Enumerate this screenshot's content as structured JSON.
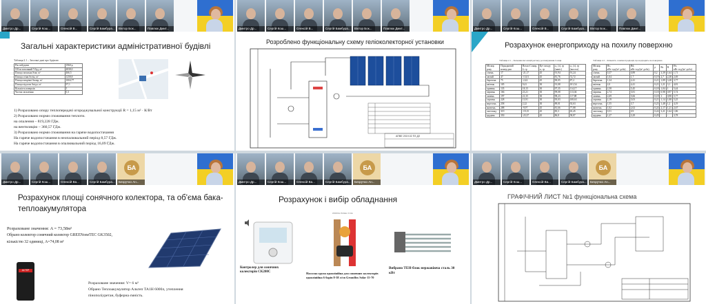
{
  "participants_row1": [
    "Дмитро Др...",
    "Сергій Кош...",
    "Олексій В...",
    "Сергій Бамбура...",
    "Віктор Бок...",
    "Павлюк Дмит..."
  ],
  "participants_row2": [
    "Дмитро Др...",
    "Сергій Кош...",
    "Олексій Ва...",
    "Сергій Бамбура..."
  ],
  "initials_badge": "БА",
  "initials_name": "Безручко Ан...",
  "panels": {
    "p1": {
      "title": "Загальні характеристики адміністративної будівлі",
      "table_caption": "Таблиця 2.1 – Загальні дані про будівлю",
      "rows": [
        [
          "Рік побудови",
          "1960 р."
        ],
        [
          "Об'єм загальний Vбуд, м³",
          "4838,0"
        ],
        [
          "Площа загальна Sзаг, м²",
          "466,5"
        ],
        [
          "Площа стіни Sстін, м²",
          "1258,8"
        ],
        [
          "Площа покрівлі Sпокр, м²",
          "1004,77"
        ],
        [
          "Площа підлоги Sпідл, м²",
          "97,1"
        ],
        [
          "Кількість поверхів",
          "5"
        ],
        [
          "Частка засклення",
          "0,3"
        ]
      ],
      "lines": [
        "1) Розраховано опору теплопередачі огороджувальної конструкції R = 1,15 м² · К/Вт",
        "2) Розраховано норми споживання теплоти.",
        "на опалення – 819,228 ГДж.",
        "на вентиляцію – 360,57 ГДж.",
        "3) Розраховано норми споживання на гаряче водопостачання",
        "На гаряче водопостачання в неопалювальний період 8,57 ГДж.",
        "На гаряче водопостачання в опалювальний період 16,09 ГДж."
      ]
    },
    "p2": {
      "title": "Розроблено функціональну схему геліоколекторної установки",
      "stamp": "АПВЕ 2019.02 ПЗ ДЗ"
    },
    "p3": {
      "title": "Розрахунок енергоприходу на похилу поверхню",
      "t1_caption": "Таблиця 2.1 – Значення інсоляції регіону розташування Сонця",
      "t2_caption": "Таблиця 2.2 – Кількість сонячної радіації, що надходить на поверхню",
      "months": [
        "січень",
        "лютий",
        "березень",
        "квітень",
        "травень",
        "червень",
        "липень",
        "серпень",
        "вересень",
        "жовтень",
        "листопад",
        "грудень"
      ],
      "t1_headers": [
        "Місяць року",
        "Порядковий номер дня",
        "Нахил Сонця, δ, гр",
        "Кут заходу ω, гр",
        "ω₀ (з), гр (навіс)",
        "ω₀ (з), гр (висота)"
      ],
      "t1_values": [
        [
          "17",
          "-21,17",
          "45",
          "91,94",
          "91,24"
        ],
        [
          "47",
          "-13,01",
          "45",
          "81,76",
          "72,72"
        ],
        [
          "75",
          "-2,42",
          "45",
          "90,05",
          "87,2"
        ],
        [
          "105",
          "9,41",
          "30",
          "91,08",
          "101,54"
        ],
        [
          "135",
          "18,15",
          "30",
          "97,35",
          "114,17"
        ],
        [
          "166",
          "23,21",
          "30",
          "99,08",
          "113,04"
        ],
        [
          "197",
          "21,35",
          "30",
          "98,23",
          "117,88"
        ],
        [
          "228",
          "13,91",
          "30",
          "95,03",
          "108,63"
        ],
        [
          "258",
          "2,22",
          "30",
          "89,01",
          "92,63"
        ],
        [
          "288",
          "-9,97",
          "45",
          "81,66",
          "77,88"
        ],
        [
          "319",
          "-19,15",
          "45",
          "85,3",
          "65,45"
        ],
        [
          "350",
          "-23,37",
          "45",
          "86,8",
          "58,87"
        ]
      ],
      "t2_headers": [
        "Місяць року",
        "Hз, кВт·год/(м²·доба)",
        "Hd, кВт·год/(м²·доба)",
        "ρ",
        "Rs",
        "R",
        "Hт, кВт·год/(м²·доба)"
      ],
      "t2_values": [
        [
          "0,37",
          "0,89",
          "0,2",
          "3,39",
          "1,64",
          "1,71"
        ],
        [
          "1,04",
          "1,7",
          "0,19",
          "2,7",
          "2,38",
          "2,69"
        ],
        [
          "1,34",
          "2,41",
          "0,21",
          "1,89",
          "3,28",
          "3,77"
        ],
        [
          "2,0",
          "4,41",
          "0,21",
          "1,21",
          "3,1",
          "4,81"
        ],
        [
          "2,58",
          "5,45",
          "0,18",
          "1,04",
          "1",
          "5,44"
        ],
        [
          "2,74",
          "5,81",
          "0,18",
          "0,98",
          "0,97",
          "5,74"
        ],
        [
          "2,69",
          "5,66",
          "0,18",
          "1",
          "0,98",
          "5,77"
        ],
        [
          "2,19",
          "5,03",
          "0,21",
          "1,14",
          "1,08",
          "5,25"
        ],
        [
          "1,55",
          "3,7",
          "0,23",
          "1,48",
          "1,2",
          "4,19"
        ],
        [
          "1,02",
          "2,02",
          "0,24",
          "2,17",
          "1,21",
          "2,67"
        ],
        [
          "0,51",
          "0,9",
          "0,24",
          "3,21",
          "1,64",
          "1,86"
        ],
        [
          "1,27",
          "3,29",
          "0,29",
          "-",
          "-",
          "3,78"
        ]
      ]
    },
    "p4": {
      "title": "Розрахунок площі сонячного колектора, та об'єма бака-теплоакумулятора",
      "lines": [
        "Розраховане значення: A = 73,58м²",
        "Обрано колектор сонячний колектор GREENoneTEC GK3502,",
        "кількістю 32 одиниці, A=74,08 м²"
      ],
      "lines2": [
        "Розраховане значення: V= 6 м³",
        "Обрано Теплоакумулятор Альтеп ТА1Н 6000л, утеплення",
        "пінополіуретан, буферна ємність."
      ],
      "tank_label": "ALTEP"
    },
    "p5": {
      "title": "Розрахунок і вибір обладнання",
      "top_note": "WIRING PANEL ▾ ICE",
      "item1": "Контролер для сонячних колекторів СК208С",
      "item2": "Насосна група однолінійна для сонячних колекторів однолінійна 6 барів 8-38 л/хв Grundfos Solar 15-70",
      "item3": "Вибрано ТЕН-блок нержавіюча сталь 30 кВт"
    },
    "p6": {
      "title": "ГРАФІЧНИЙ ЛИСТ №1 функціональна схема"
    }
  }
}
